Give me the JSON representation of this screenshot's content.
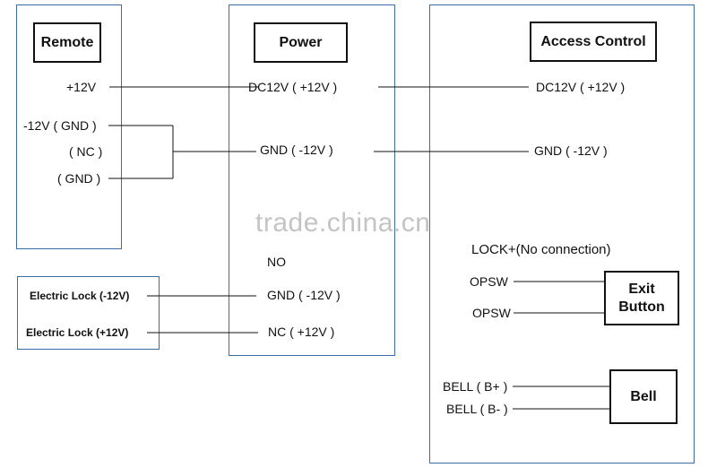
{
  "remote": {
    "title": "Remote",
    "plus12v": "+12V",
    "gnd": "-12V ( GND )",
    "nc": "( NC )",
    "gnd2": "( GND )"
  },
  "power": {
    "title": "Power",
    "dc12v": "DC12V ( +12V )",
    "gnd": "GND ( -12V )",
    "no": "NO",
    "gnd_lock": "GND ( -12V )",
    "nc": "NC ( +12V )"
  },
  "lock": {
    "minus": "Electric Lock (-12V)",
    "plus": "Electric Lock (+12V)"
  },
  "access": {
    "title": "Access Control",
    "dc12v": "DC12V ( +12V )",
    "gnd": "GND ( -12V )",
    "lock_plus": "LOCK+(No connection)",
    "opsw1": "OPSW",
    "opsw2": "OPSW",
    "exit_button": "Exit Button",
    "bell_plus": "BELL ( B+ )",
    "bell_minus": "BELL ( B- )",
    "bell": "Bell"
  },
  "watermark": "trade.china.cn"
}
